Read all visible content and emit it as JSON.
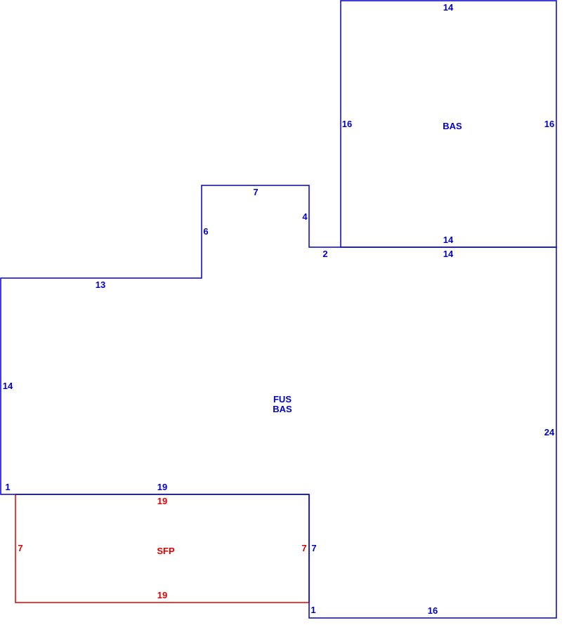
{
  "colors": {
    "main_outline": "#0000c8",
    "porch_outline": "#e00000"
  },
  "areas": {
    "upper_bas": "BAS",
    "main_fus": "FUS",
    "main_bas": "BAS",
    "porch": "SFP"
  },
  "dimensions": {
    "upper_top": "14",
    "upper_left": "16",
    "upper_right": "16",
    "upper_bottom": "14",
    "step_top": "7",
    "step_right": "4",
    "step_left": "6",
    "ledge_small": "2",
    "main_top_right": "14",
    "main_top_left": "13",
    "main_left": "14",
    "main_right": "24",
    "main_bottom_left_jog": "1",
    "main_bottom_over_porch": "19",
    "notch_right": "7",
    "bottom_jog": "1",
    "main_bottom": "16",
    "porch_top": "19",
    "porch_left": "7",
    "porch_right": "7",
    "porch_bottom": "19"
  }
}
